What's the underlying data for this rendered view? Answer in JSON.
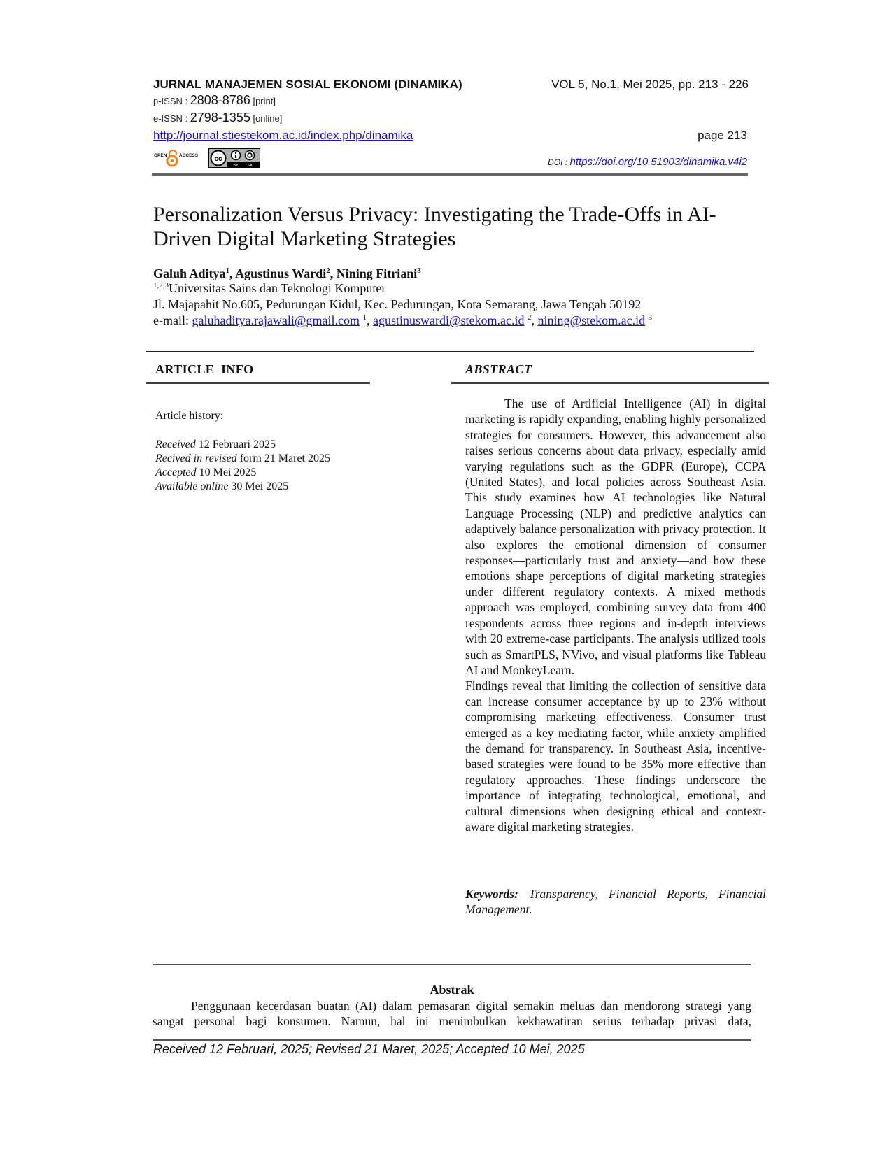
{
  "header": {
    "journal_name": "JURNAL MANAJEMEN SOSIAL EKONOMI (DINAMIKA)",
    "volume_info": "VOL 5, No.1, Mei  2025, pp. 213 - 226",
    "p_issn": {
      "label": "p-ISSN : ",
      "number": "2808-8786",
      "tag": " [print]"
    },
    "e_issn": {
      "label": "e-ISSN : ",
      "number": "2798-1355",
      "tag": " [online]"
    },
    "journal_url": "http://journal.stiestekom.ac.id/index.php/dinamika",
    "page_number": "page 213",
    "doi_label": "DOI : ",
    "doi_url": "https://doi.org/10.51903/dinamika.v4i2",
    "open_access": {
      "left": "OPEN",
      "right": "ACCESS"
    },
    "license_badge": {
      "cc": "cc",
      "by": "BY",
      "sa": "SA"
    }
  },
  "paper": {
    "title": "Personalization Versus Privacy: Investigating the Trade-Offs in AI-Driven Digital Marketing Strategies",
    "authors": [
      {
        "name": "Galuh Aditya",
        "sup": "1"
      },
      {
        "name": "Agustinus Wardi",
        "sup": "2"
      },
      {
        "name": "Nining Fitriani",
        "sup": "3"
      }
    ],
    "affiliation_sup": "1,2,3",
    "affiliation": "Universitas Sains dan Teknologi Komputer",
    "address": "Jl. Majapahit No.605, Pedurungan Kidul, Kec. Pedurungan, Kota Semarang, Jawa Tengah 50192",
    "email_label": "e-mail: ",
    "emails": [
      {
        "address": "galuhaditya.rajawali@gmail.com",
        "sup": "1"
      },
      {
        "address": "agustinuswardi@stekom.ac.id",
        "sup": "2"
      },
      {
        "address": "nining@stekom.ac.id",
        "sup": "3"
      }
    ]
  },
  "article_info": {
    "title": "ARTICLE  INFO",
    "history_label": "Article history:",
    "history": [
      {
        "label": "Received",
        "value": " 12 Februari 2025"
      },
      {
        "label": "Recived in revised",
        "value": " form 21 Maret 2025"
      },
      {
        "label": "Accepted",
        "value": " 10 Mei 2025"
      },
      {
        "label": "Available online",
        "value": " 30 Mei 2025"
      }
    ]
  },
  "abstract": {
    "title": "ABSTRACT",
    "paragraph1": "The use of Artificial Intelligence (AI) in digital marketing is rapidly expanding, enabling highly personalized strategies for consumers. However, this advancement also raises serious concerns about data privacy, especially amid varying regulations such as the GDPR (Europe), CCPA (United States), and local policies across Southeast Asia. This study examines how AI technologies like Natural Language Processing (NLP) and predictive analytics can adaptively balance personalization with privacy protection. It also explores the emotional dimension of consumer responses—particularly trust and anxiety—and how these emotions shape perceptions of digital marketing strategies under different regulatory contexts. A mixed methods approach was employed, combining survey data from 400 respondents across three regions and in-depth interviews with 20 extreme-case participants. The analysis utilized tools such as SmartPLS, NVivo, and visual platforms like Tableau AI and MonkeyLearn.",
    "paragraph2": "Findings reveal that limiting the collection of sensitive data can increase consumer acceptance by up to 23% without compromising marketing effectiveness. Consumer trust emerged as a key mediating factor, while anxiety amplified the demand for transparency. In Southeast Asia, incentive-based strategies were found to be 35% more effective than regulatory approaches. These findings underscore the importance of integrating technological, emotional, and cultural dimensions when designing ethical and context-aware digital marketing strategies.",
    "keywords_label": "Keywords:",
    "keywords": "Transparency, Financial Reports, Financial Management."
  },
  "abstrak": {
    "title": "Abstrak",
    "text": "Penggunaan kecerdasan buatan (AI) dalam pemasaran digital semakin meluas dan mendorong strategi yang sangat personal bagi konsumen. Namun, hal ini menimbulkan kekhawatiran serius terhadap privasi data,"
  },
  "footer": {
    "dates": "Received 12 Februari, 2025; Revised 21 Maret, 2025; Accepted 10 Mei, 2025"
  },
  "colors": {
    "link": "#1a0dcc",
    "open_access_orange": "#f68212",
    "rule": "#555555"
  }
}
